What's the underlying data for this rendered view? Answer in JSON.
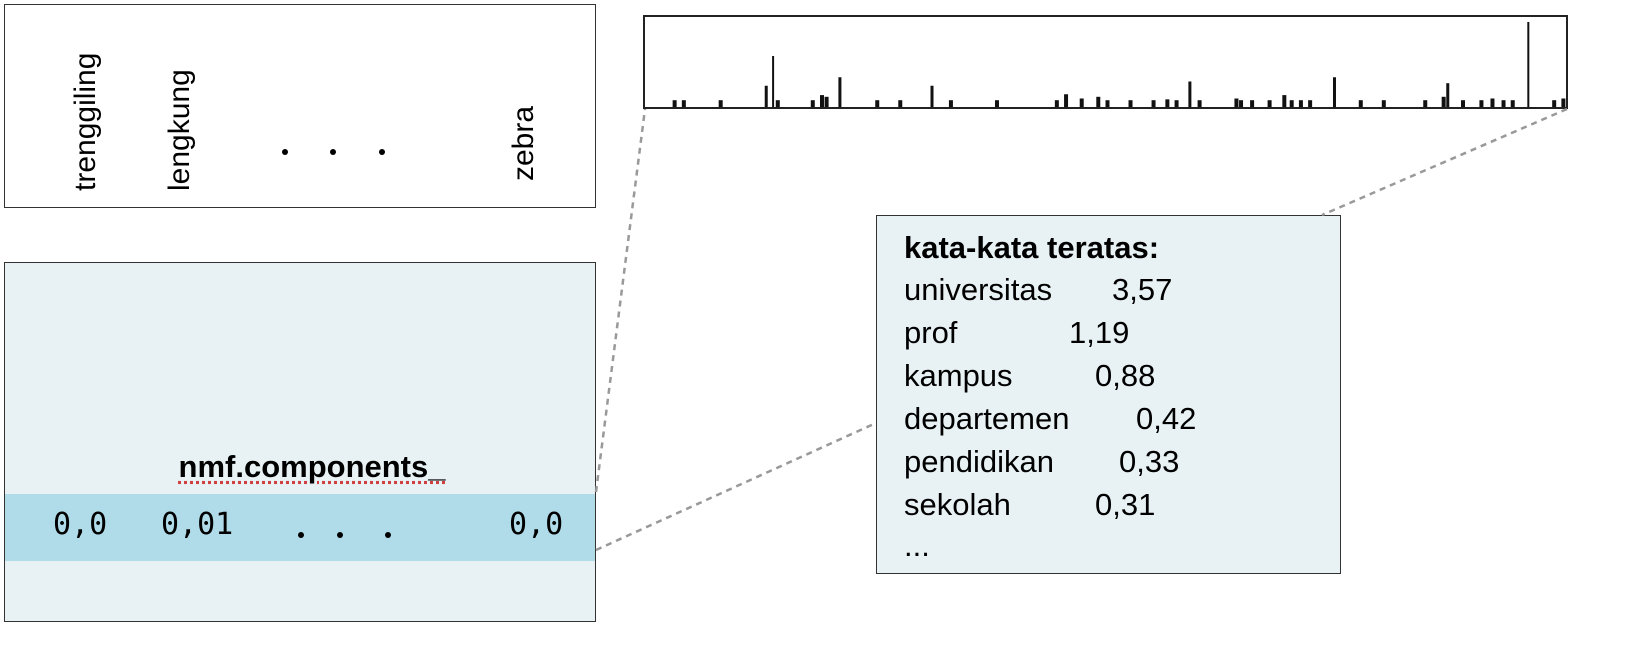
{
  "vocabulary": {
    "words": [
      "trenggiling",
      "lengkung",
      "zebra"
    ],
    "ellipsis": "..."
  },
  "nmf": {
    "title": "nmf.components_",
    "row_values": [
      "0,0",
      "0,01",
      "0,0"
    ],
    "ellipsis": "...",
    "band_color": "#b0dbe8",
    "panel_color": "#e8f2f5"
  },
  "top_words": {
    "title": "kata-kata teratas:",
    "items": [
      {
        "word": "universitas",
        "value": "3,57"
      },
      {
        "word": "prof",
        "value": "1,19"
      },
      {
        "word": "kampus",
        "value": "0,88"
      },
      {
        "word": "departemen",
        "value": "0,42"
      },
      {
        "word": "pendidikan",
        "value": "0,33"
      },
      {
        "word": "sekolah",
        "value": "0,31"
      }
    ],
    "more": "..."
  },
  "mini_chart": {
    "description": "sparse component weights over vocabulary",
    "spikes": [
      [
        0.03,
        0.08
      ],
      [
        0.04,
        0.08
      ],
      [
        0.08,
        0.08
      ],
      [
        0.13,
        0.25
      ],
      [
        0.138,
        0.6
      ],
      [
        0.142,
        0.08
      ],
      [
        0.18,
        0.08
      ],
      [
        0.19,
        0.14
      ],
      [
        0.195,
        0.12
      ],
      [
        0.21,
        0.35
      ],
      [
        0.25,
        0.08
      ],
      [
        0.275,
        0.08
      ],
      [
        0.31,
        0.25
      ],
      [
        0.33,
        0.08
      ],
      [
        0.38,
        0.08
      ],
      [
        0.445,
        0.08
      ],
      [
        0.455,
        0.15
      ],
      [
        0.472,
        0.1
      ],
      [
        0.49,
        0.12
      ],
      [
        0.5,
        0.08
      ],
      [
        0.525,
        0.08
      ],
      [
        0.55,
        0.08
      ],
      [
        0.565,
        0.09
      ],
      [
        0.575,
        0.08
      ],
      [
        0.59,
        0.3
      ],
      [
        0.6,
        0.08
      ],
      [
        0.64,
        0.1
      ],
      [
        0.645,
        0.08
      ],
      [
        0.657,
        0.08
      ],
      [
        0.676,
        0.08
      ],
      [
        0.692,
        0.14
      ],
      [
        0.7,
        0.08
      ],
      [
        0.71,
        0.08
      ],
      [
        0.72,
        0.08
      ],
      [
        0.747,
        0.35
      ],
      [
        0.775,
        0.08
      ],
      [
        0.8,
        0.08
      ],
      [
        0.845,
        0.08
      ],
      [
        0.865,
        0.12
      ],
      [
        0.87,
        0.28
      ],
      [
        0.886,
        0.08
      ],
      [
        0.906,
        0.08
      ],
      [
        0.918,
        0.1
      ],
      [
        0.93,
        0.08
      ],
      [
        0.94,
        0.08
      ],
      [
        0.958,
        1.0
      ],
      [
        0.985,
        0.08
      ],
      [
        0.995,
        0.1
      ]
    ]
  }
}
